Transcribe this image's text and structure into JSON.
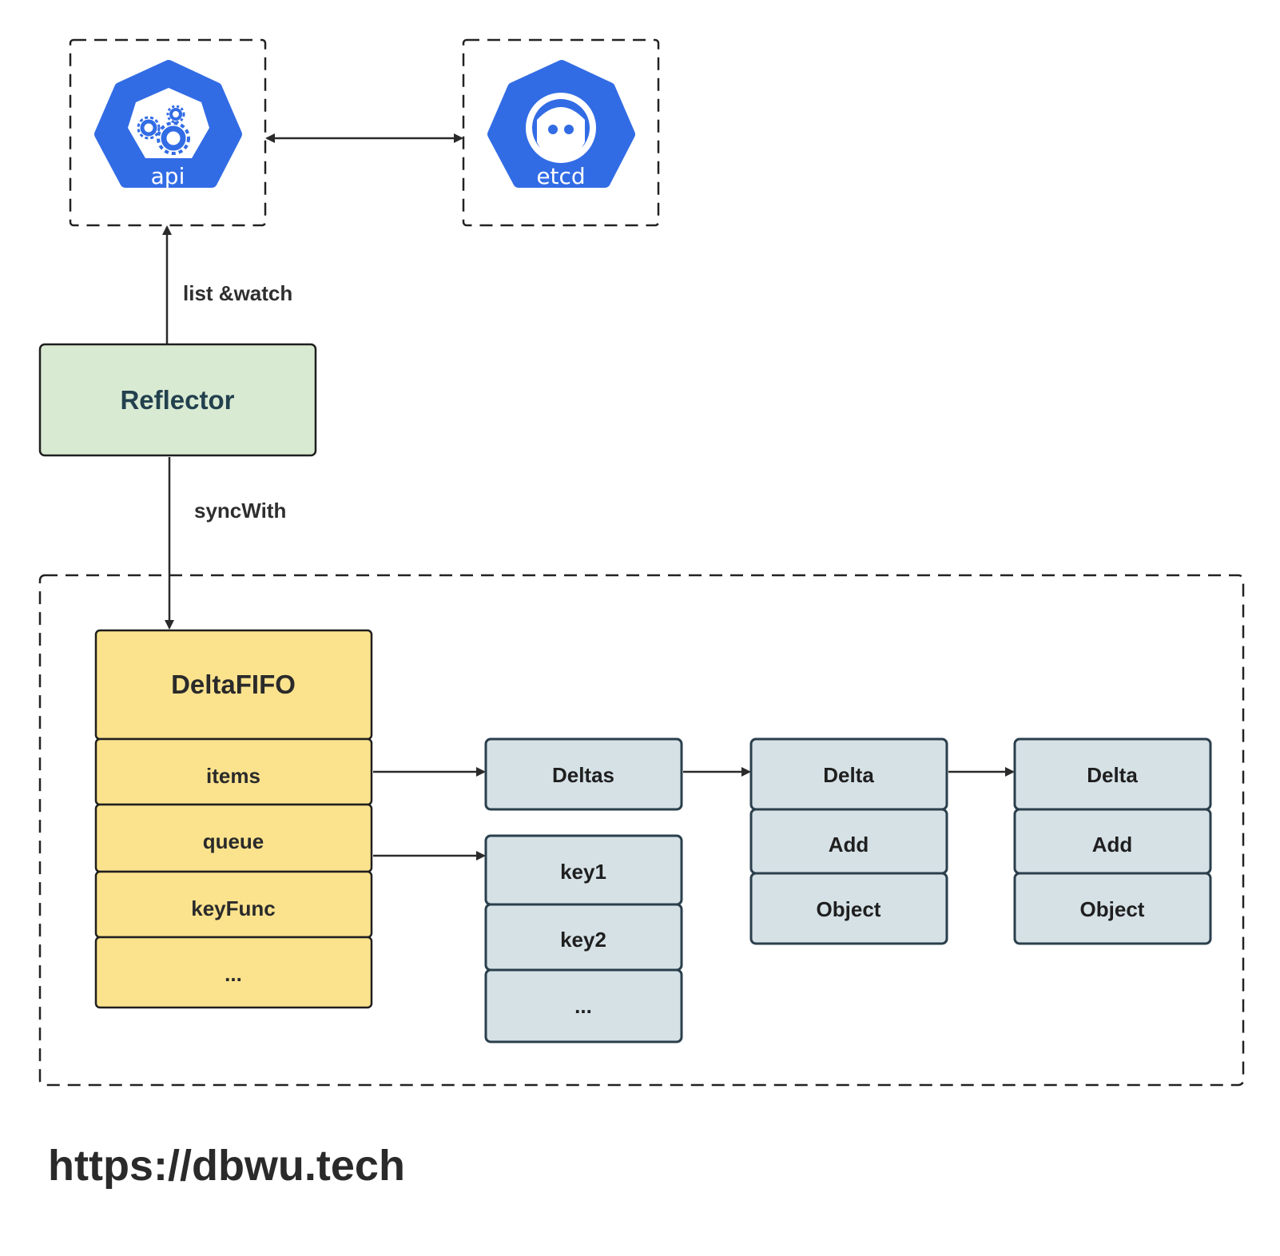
{
  "api": {
    "logo_text": "api"
  },
  "etcd": {
    "logo_text": "etcd"
  },
  "edges": {
    "list_watch": "list &watch",
    "sync_with": "syncWith"
  },
  "reflector": {
    "title": "Reflector"
  },
  "deltafifo": {
    "title": "DeltaFIFO",
    "fields": [
      "items",
      "queue",
      "keyFunc",
      "..."
    ]
  },
  "deltas": {
    "label": "Deltas"
  },
  "keys": [
    "key1",
    "key2",
    "..."
  ],
  "delta_nodes": [
    {
      "title": "Delta",
      "type": "Add",
      "object": "Object"
    },
    {
      "title": "Delta",
      "type": "Add",
      "object": "Object"
    }
  ],
  "footer": {
    "website": "https://dbwu.tech"
  },
  "colors": {
    "kubernetes_blue": "#326ce5",
    "reflector_fill": "#d9ead3",
    "deltafifo_fill": "#fbe38e",
    "struct_fill": "#d6e1e6"
  }
}
